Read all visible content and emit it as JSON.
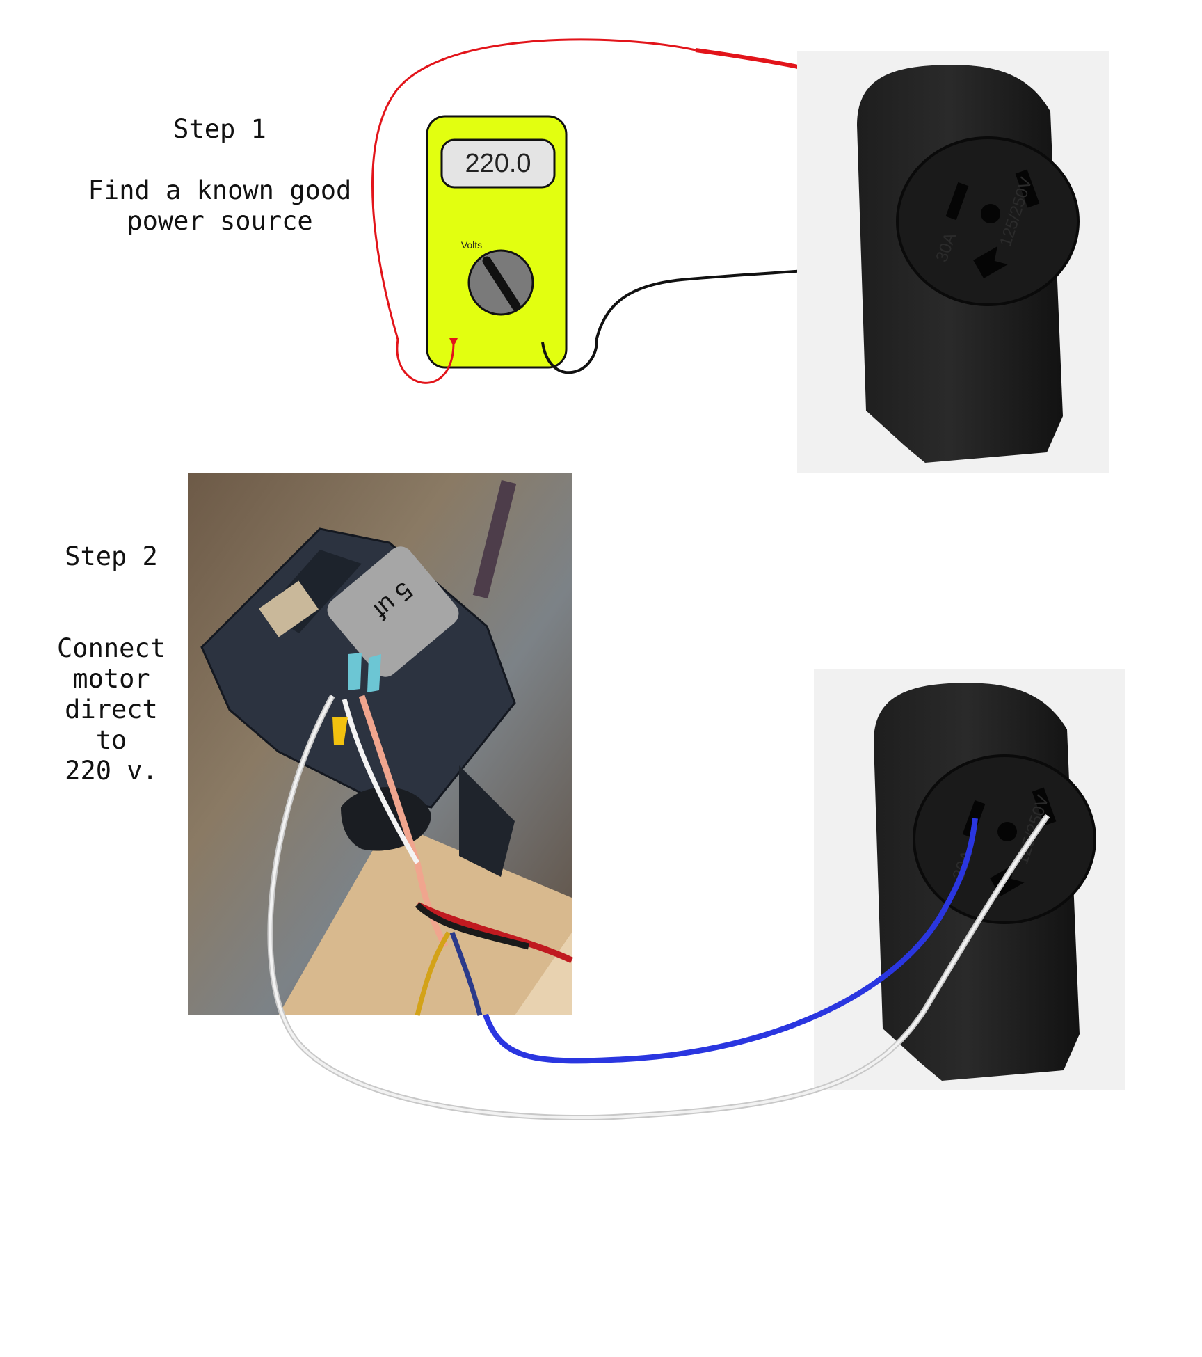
{
  "step1": {
    "title": "Step 1",
    "line1": "Find a known good",
    "line2": "power source"
  },
  "meter": {
    "reading": "220.0",
    "dial_label": "Volts",
    "body_color": "#e2ff10"
  },
  "step2": {
    "title": "Step 2",
    "lines": [
      "Connect",
      "motor",
      "direct",
      "to",
      "220 v."
    ]
  },
  "capacitor": {
    "label": "5 uf"
  },
  "outlet": {
    "rating_amps": "30A",
    "rating_volts": "125/250V"
  },
  "wire_colors": {
    "probe_red": "#e2141a",
    "probe_black": "#111111",
    "motor_blue": "#2a36e0",
    "motor_white": "#dcdcdc"
  }
}
